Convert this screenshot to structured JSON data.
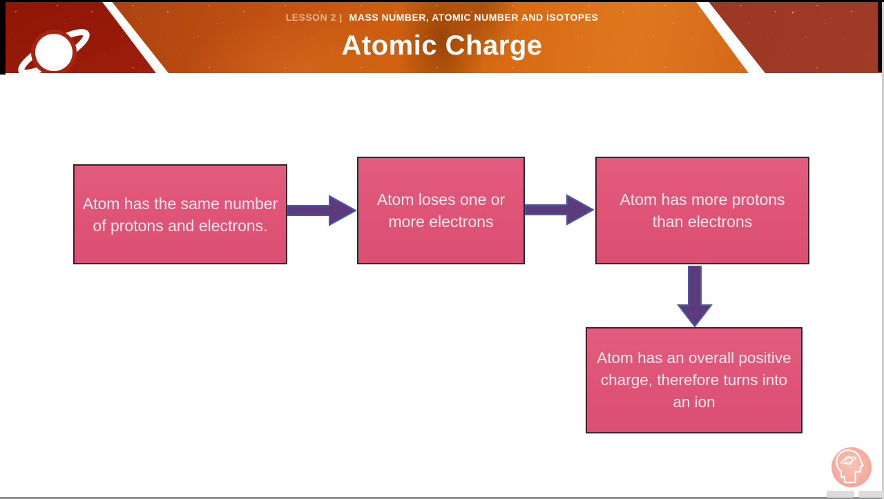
{
  "header": {
    "kicker_prefix": "LESSON 2 |",
    "kicker_title": "MASS NUMBER, ATOMIC NUMBER AND ISOTOPES",
    "title": "Atomic Charge"
  },
  "flowchart": {
    "boxes": [
      {
        "text": "Atom has the same number of protons and electrons."
      },
      {
        "text": "Atom loses one or more electrons"
      },
      {
        "text": "Atom has more protons than electrons"
      },
      {
        "text": "Atom has an overall positive charge, therefore turns into an ion"
      }
    ],
    "arrows": [
      "right",
      "right",
      "down"
    ]
  },
  "icons": {
    "header_logo": "saturn-planet-icon",
    "watermark": "head-brain-saturn-icon"
  },
  "colors": {
    "box_fill": "#e05a7b",
    "box_border": "#39222f",
    "box_text": "#f9e9ef",
    "arrow_fill": "#5c3b7d",
    "arrow_outline": "#4c58aa",
    "header_orange": "#d4660f",
    "header_left_red": "#a82410",
    "header_right_maroon": "#933121",
    "bottom_bar": "#8f8f8f",
    "watermark_salmon": "#f19384"
  }
}
